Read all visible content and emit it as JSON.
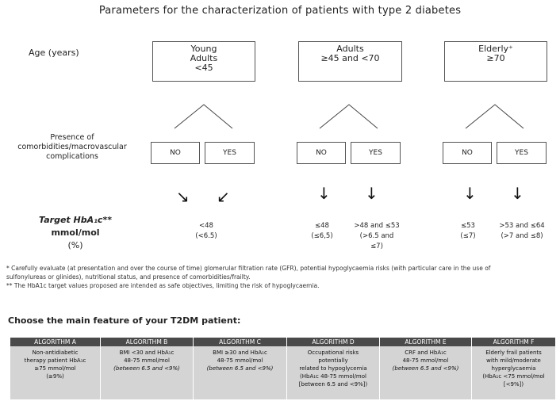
{
  "title": "Parameters for the characterization of patients with type 2 diabetes",
  "age_label": "Age (years)",
  "age_groups": [
    {
      "line1": "Young",
      "line2": "Adults",
      "line3": "<45"
    },
    {
      "line1": "Adults",
      "line2": "≥45 and <70",
      "line3": ""
    },
    {
      "line1": "Elderly⁺",
      "line2": "≥70",
      "line3": ""
    }
  ],
  "presence_label": {
    "line1": "Presence of",
    "line2": "comorbidities/macrovascular",
    "line3": "complications"
  },
  "no_label": "NO",
  "yes_label": "YES",
  "target_label": {
    "line1": "Target HbA₁c**",
    "line2": "mmol/mol",
    "line3": "(%)"
  },
  "targets": [
    {
      "line1": "<48",
      "line2": "(<6.5)",
      "line3": ""
    },
    {
      "line1": "≤48",
      "line2": "(≤6,5)",
      "line3": ""
    },
    {
      "line1": ">48 and ≤53",
      "line2": "(>6.5 and",
      "line3": "≤7)"
    },
    {
      "line1": "≤53",
      "line2": "(≤7)",
      "line3": ""
    },
    {
      "line1": ">53 and ≤64",
      "line2": "(>7 and ≤8)",
      "line3": ""
    }
  ],
  "notes": {
    "line1": "* Carefully evaluate (at presentation and over the course of time) glomerular filtration rate (GFR), potential hypoglycaemia risks (with particular care in the use of",
    "line2": "sulfonylureas or glinides), nutritional status, and presence of comorbidities/frailty.",
    "line3": "** The HbA1c target values proposed are intended as safe objectives, limiting the risk of hypoglycaemia."
  },
  "choose_label": "Choose the main feature of your T2DM patient:",
  "algorithms": [
    {
      "title": "ALGORITHM A",
      "lines": [
        "Non-antidiabetic",
        "therapy patient HbA₁c",
        "≥75 mmol/mol",
        "(≥9%)"
      ]
    },
    {
      "title": "ALGORITHM B",
      "lines": [
        "BMI <30 and HbA₁c",
        "48-75 mmol/mol",
        "(between 6.5 and <9%)"
      ]
    },
    {
      "title": "ALGORITHM C",
      "lines": [
        "BMI ≥30 and HbA₁c",
        "48-75 mmol/mol",
        "(between 6.5 and <9%)"
      ]
    },
    {
      "title": "ALGORITHM D",
      "lines": [
        "Occupational risks",
        "potentially",
        "related to hypoglycemia",
        "(HbA₁c 48-75 mmol/mol",
        "[between 6.5 and <9%])"
      ]
    },
    {
      "title": "ALGORITHM E",
      "lines": [
        "CRF and HbA₁c",
        "48-75 mmol/mol",
        "(between 6.5 and <9%)"
      ]
    },
    {
      "title": "ALGORITHM F",
      "lines": [
        "Elderly frail patients",
        "with mild/moderate",
        "hyperglycaemia",
        "(HbA₁c <75 mmol/mol",
        "[<9%])"
      ]
    }
  ]
}
